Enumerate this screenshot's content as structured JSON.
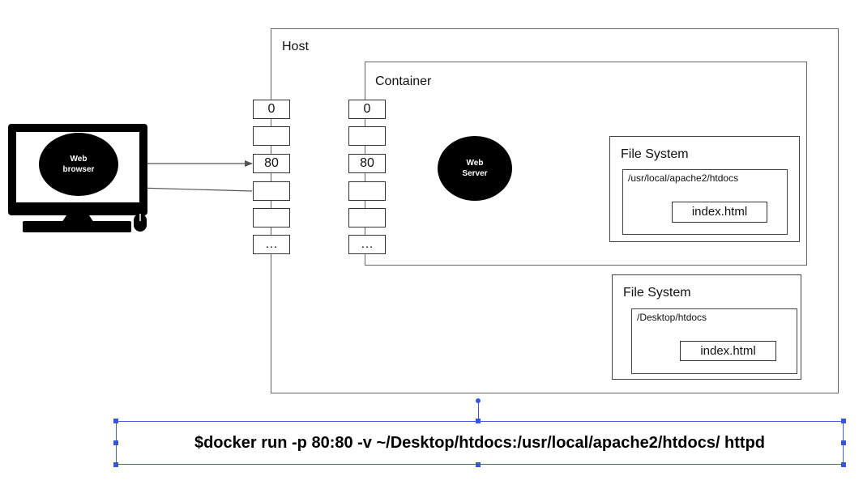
{
  "diagram": {
    "host": {
      "label": "Host"
    },
    "container": {
      "label": "Container"
    },
    "client": {
      "icon": "monitor-icon",
      "browser_label": "Web browser"
    },
    "host_ports": [
      "0",
      "",
      "80",
      "",
      "",
      "…"
    ],
    "container_ports": [
      "0",
      "",
      "80",
      "",
      "",
      "…"
    ],
    "web_server": {
      "label": "Web Server"
    },
    "container_fs": {
      "label": "File System",
      "path": "/usr/local/apache2/htdocs",
      "file": "index.html"
    },
    "host_fs": {
      "label": "File System",
      "path": "/Desktop/htdocs",
      "file": "index.html"
    },
    "command": "$docker run -p 80:80 -v ~/Desktop/htdocs:/usr/local/apache2/htdocs/ httpd",
    "colors": {
      "mount_link": "#d93025",
      "selection": "#3a56d8",
      "arrows": "#555555"
    }
  }
}
